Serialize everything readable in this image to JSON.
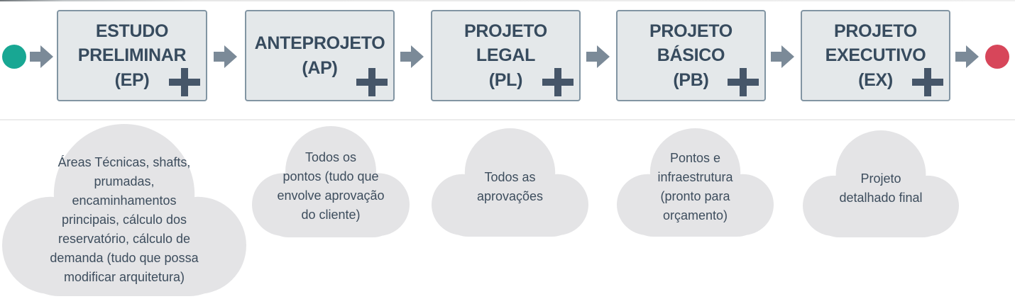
{
  "page": {
    "background": "#ffffff",
    "divider_color": "#ececec"
  },
  "flow": {
    "start_marker_color": "#18a793",
    "end_marker_color": "#d7465a",
    "arrow_color": "#7b8a98",
    "box_background": "#e4e8ea",
    "box_border_color": "#8295a3",
    "title_color": "#374b5e",
    "cloud_color": "#e4e4e6",
    "plus_icon": "plus",
    "stages": [
      {
        "abbr": "EP",
        "title": "ESTUDO\nPRELIMINAR\n(EP)",
        "note": "Áreas Técnicas, shafts,\nprumadas,\nencaminhamentos\nprincipais, cálculo dos\nreservatório, cálculo de\ndemanda  (tudo que possa\nmodificar arquitetura)"
      },
      {
        "abbr": "AP",
        "title": "ANTEPROJETO\n(AP)",
        "note": "Todos os\npontos (tudo que\nenvolve aprovação\ndo cliente)"
      },
      {
        "abbr": "PL",
        "title": "PROJETO\nLEGAL\n(PL)",
        "note": "Todos as\naprovações"
      },
      {
        "abbr": "PB",
        "title": "PROJETO\nBÁSICO\n(PB)",
        "note": "Pontos e\ninfraestrutura\n(pronto para\norçamento)"
      },
      {
        "abbr": "EX",
        "title": "PROJETO\nEXECUTIVO\n(EX)",
        "note": "Projeto\ndetalhado final"
      }
    ]
  }
}
